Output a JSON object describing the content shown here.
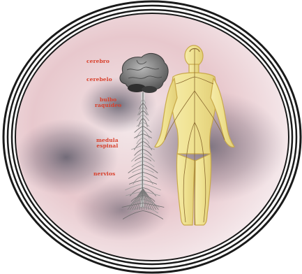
{
  "diagram": {
    "labels": {
      "cerebro": "cerebro",
      "cerebelo": "cerebelo",
      "bulbo_line1": "bulbo",
      "bulbo_line2": "raquídeo",
      "medula_line1": "medula",
      "medula_line2": "espinal",
      "nervios": "nervios"
    }
  },
  "colors": {
    "frame_rings": "#1a1a1a",
    "label_text": "#d8402c",
    "brain": "#7d7d7d",
    "spine": "#d8d8d8",
    "body_fill": "#efe39a",
    "body_outline": "#c9a94a",
    "background_tint": "#e9cdd1"
  }
}
